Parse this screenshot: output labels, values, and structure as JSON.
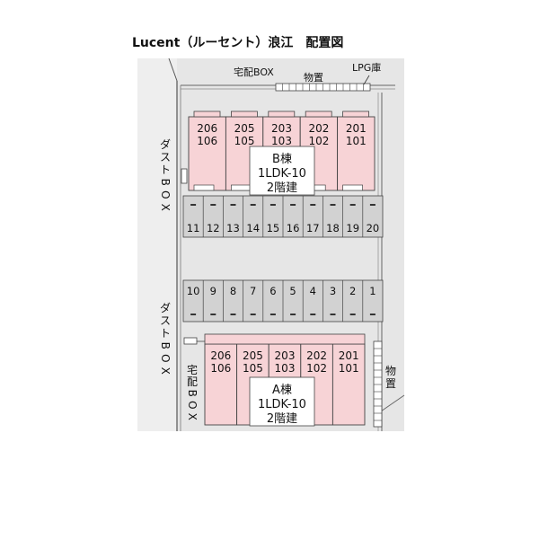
{
  "title": "Lucent（ルーセント）浪江　配置図",
  "labels": {
    "takuhai_box_top": "宅配BOX",
    "monooki_top": "物置",
    "lpg": "LPG庫",
    "dust_box_upper": "ダストBOX",
    "dust_box_lower": "ダストBOX",
    "takuhai_box_left": "宅配BOX",
    "monooki_right": "物置"
  },
  "building_b": {
    "name": "B棟",
    "layout": "1LDK-10",
    "floors": "2階建",
    "units_upper": [
      "206",
      "205",
      "203",
      "202",
      "201"
    ],
    "units_lower": [
      "106",
      "105",
      "103",
      "102",
      "101"
    ]
  },
  "building_a": {
    "name": "A棟",
    "layout": "1LDK-10",
    "floors": "2階建",
    "units_upper": [
      "206",
      "205",
      "203",
      "202",
      "201"
    ],
    "units_lower": [
      "106",
      "105",
      "103",
      "102",
      "101"
    ]
  },
  "parking_top": [
    "11",
    "12",
    "13",
    "14",
    "15",
    "16",
    "17",
    "18",
    "19",
    "20"
  ],
  "parking_bottom": [
    "10",
    "9",
    "8",
    "7",
    "6",
    "5",
    "4",
    "3",
    "2",
    "1"
  ],
  "colors": {
    "building": "#f7d3d6",
    "ground": "#e6e6e6",
    "parking": "#d2d2d2",
    "line": "#444444"
  }
}
